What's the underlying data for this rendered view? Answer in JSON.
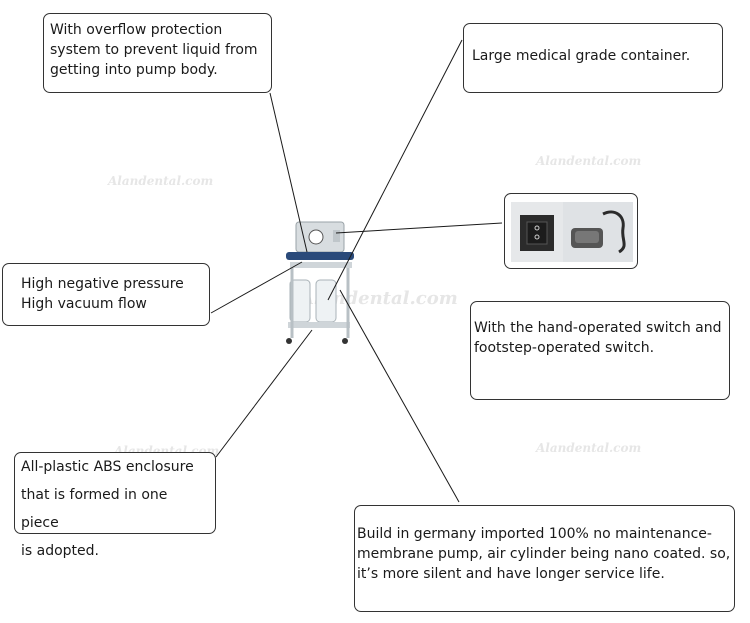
{
  "watermark": "Alandental.com",
  "callouts": {
    "overflow": "With overflow protection\nsystem to prevent liquid from\ngetting into pump body.",
    "container": "Large medical grade container.",
    "switch": "With the hand-operated switch and\nfootstep-operated switch.",
    "pressure": "High negative pressure\nHigh vacuum flow",
    "enclosure": "All-plastic ABS enclosure\nthat is formed in one piece\nis adopted.",
    "pump": "Build in germany imported 100% no maintenance-\nmembrane pump, air cylinder being nano coated. so,\nit’s more silent and have longer service life."
  },
  "colors": {
    "line": "#1a1a1a",
    "border": "#333333",
    "device": "#d8dde0",
    "accent": "#2a4a7a"
  }
}
